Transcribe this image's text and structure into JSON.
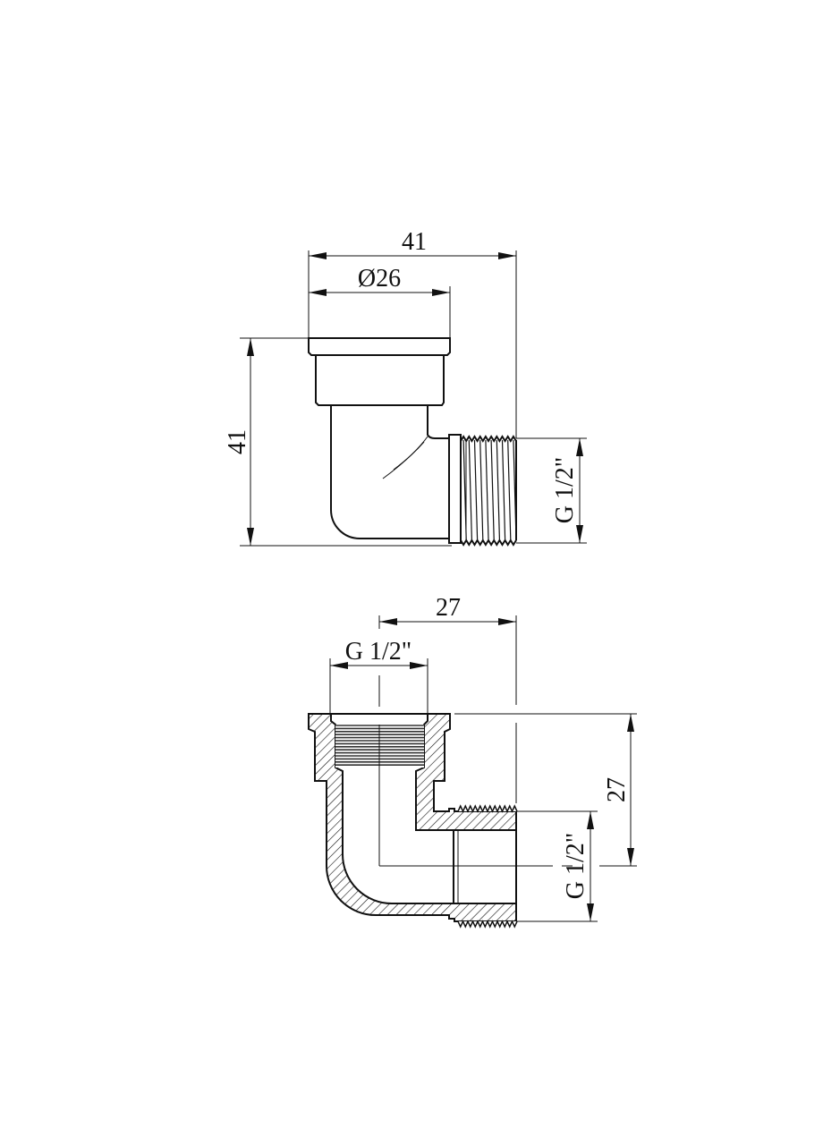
{
  "top_view": {
    "width_overall": "41",
    "flange_diameter": "Ø26",
    "height_overall": "41",
    "outlet_thread": "G 1/2\""
  },
  "section_view": {
    "offset_horizontal": "27",
    "inlet_thread": "G 1/2\"",
    "offset_vertical": "27",
    "outlet_thread": "G 1/2\""
  },
  "colors": {
    "line": "#111111",
    "background": "#ffffff"
  }
}
